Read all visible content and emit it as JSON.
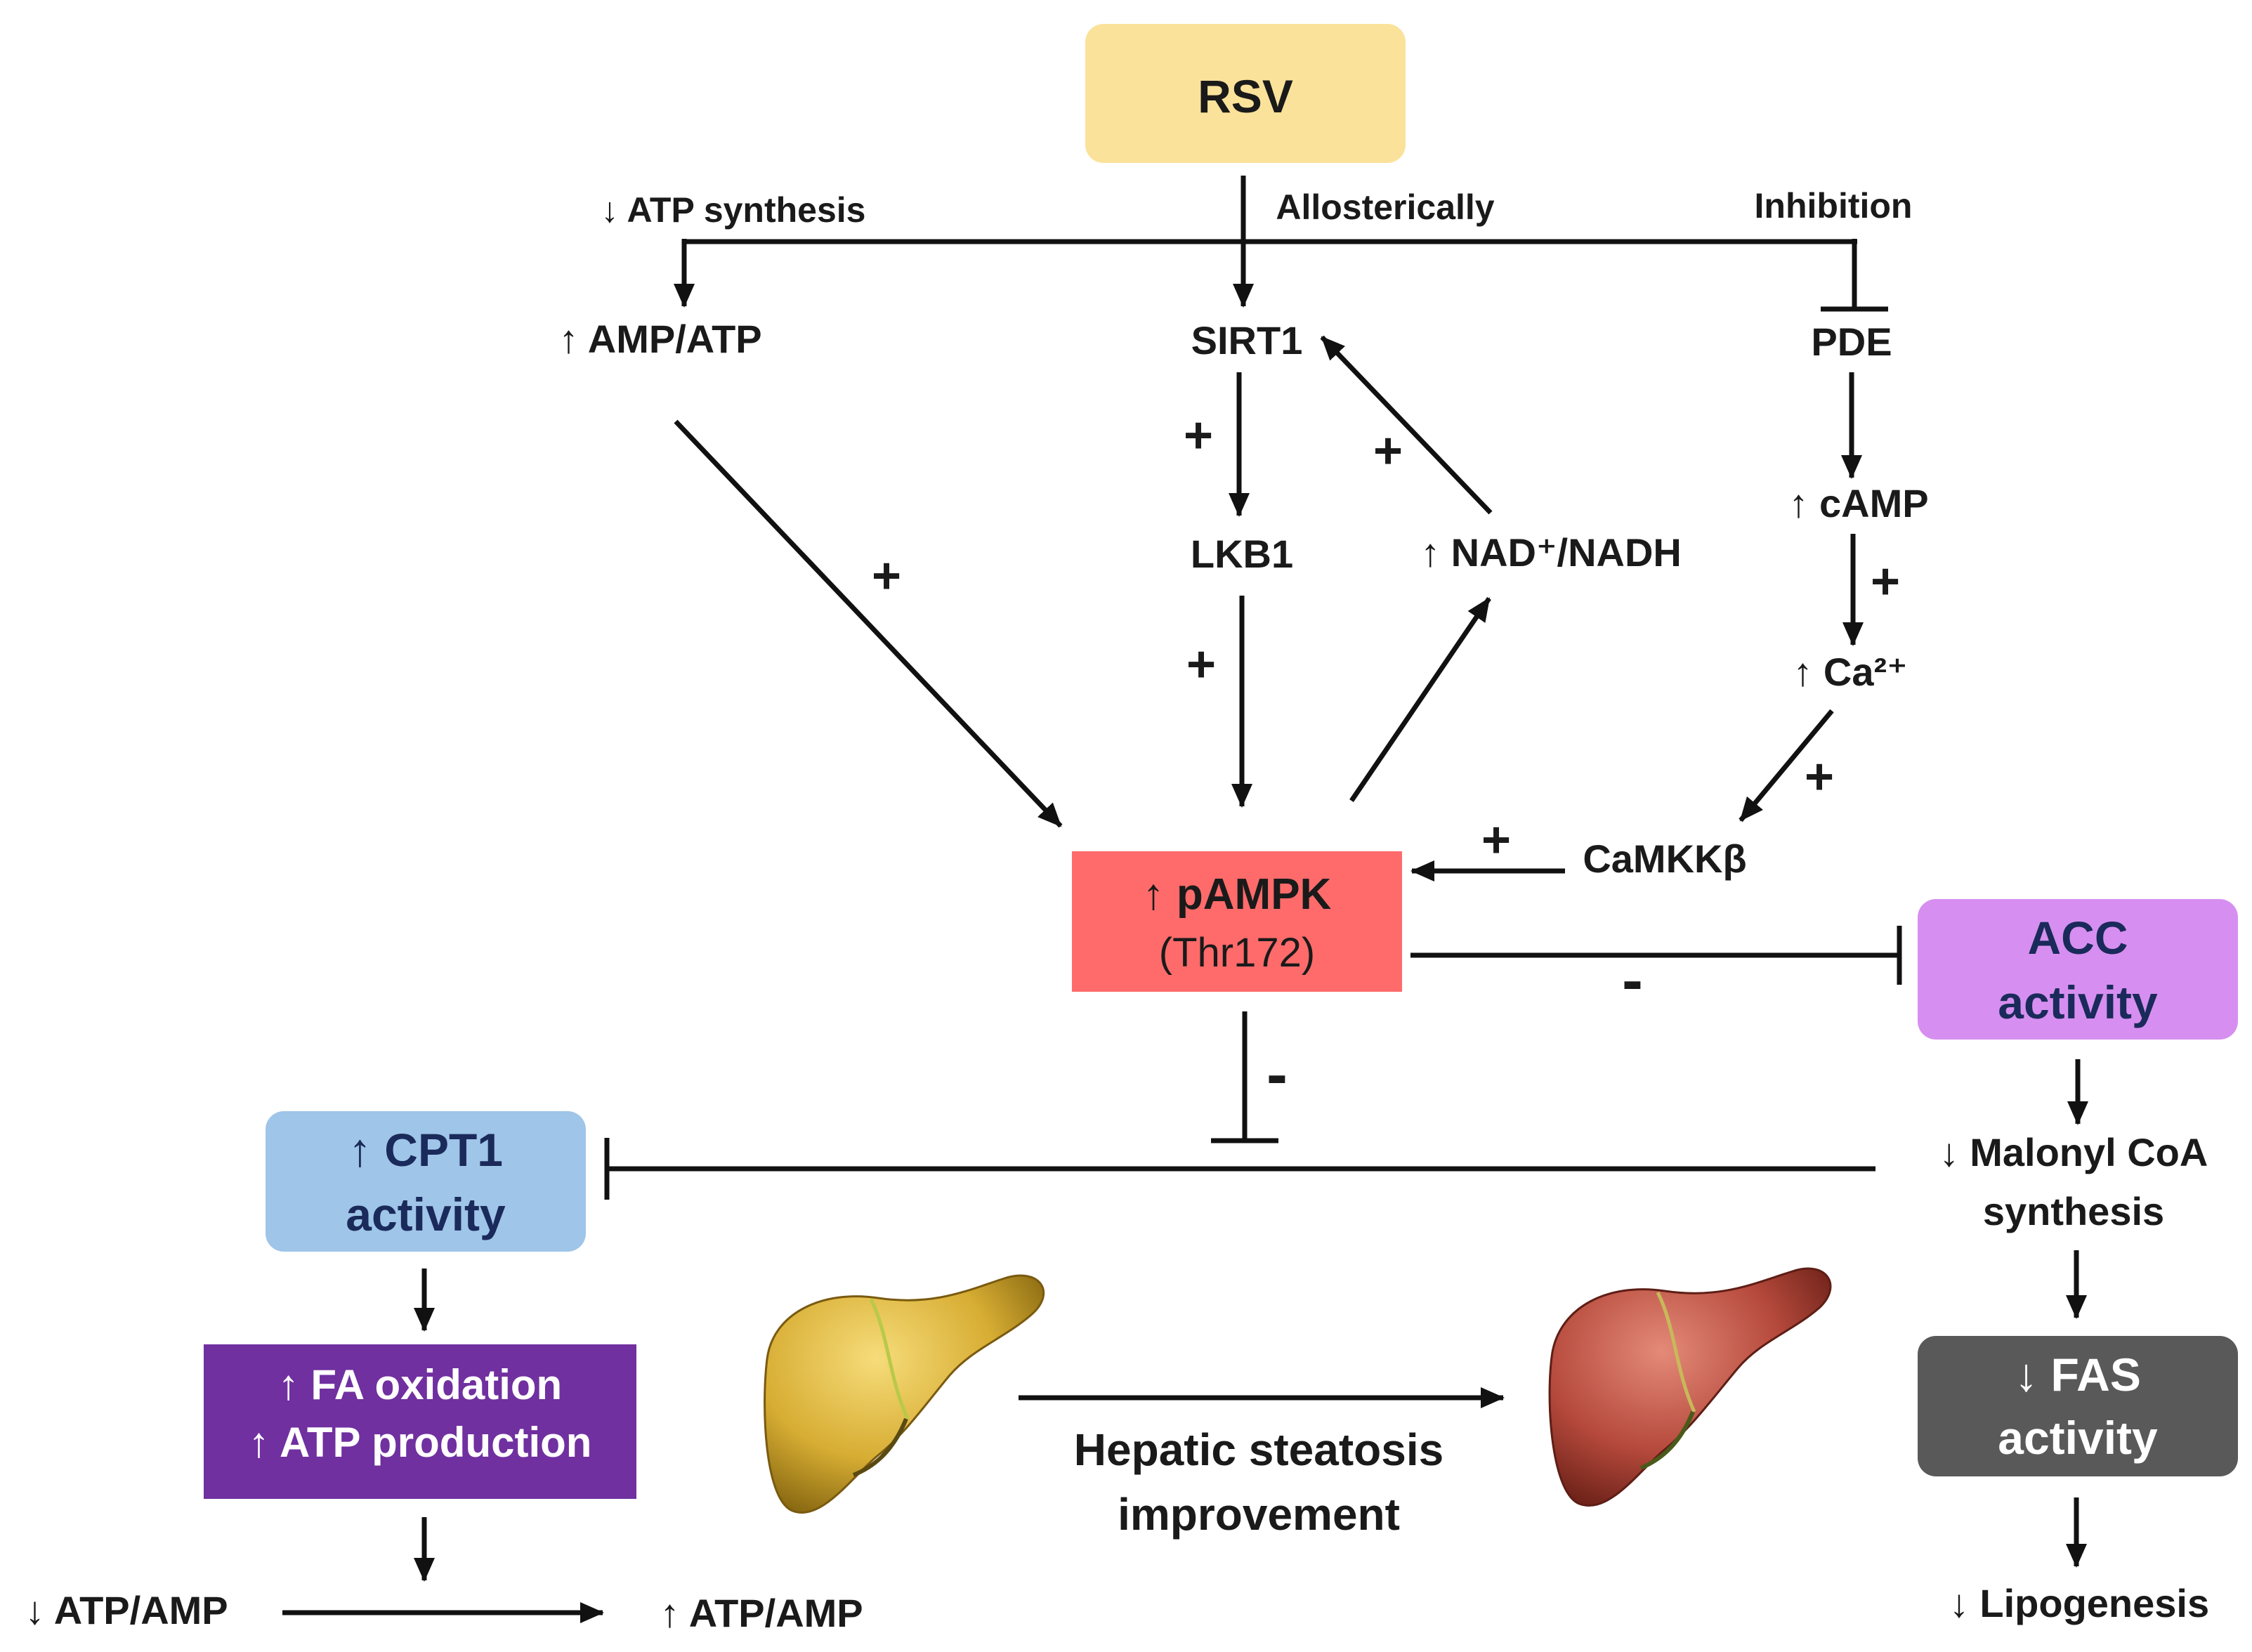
{
  "nodes": {
    "rsv": "RSV",
    "amp_atp": "↑ AMP/ATP",
    "sirt1": "SIRT1",
    "pde": "PDE",
    "lkb1": "LKB1",
    "nad": "↑ NAD⁺/NADH",
    "camp": "↑ cAMP",
    "ca": "↑ Ca²⁺",
    "camkkb": "CaMKKβ",
    "pampk_line1": "↑ pAMPK",
    "pampk_line2": "(Thr172)",
    "acc_line1": "ACC",
    "acc_line2": "activity",
    "cpt1_line1": "↑ CPT1",
    "cpt1_line2": "activity",
    "malonyl_line1": "↓ Malonyl CoA",
    "malonyl_line2": "synthesis",
    "fa_line1": "↑ FA oxidation",
    "fa_line2": "↑ ATP production",
    "fas_line1": "↓ FAS",
    "fas_line2": "activity",
    "atp_amp_down": "↓ ATP/AMP",
    "atp_amp_up": "↑ ATP/AMP",
    "lipogenesis": "↓ Lipogenesis",
    "steatosis_line1": "Hepatic steatosis",
    "steatosis_line2": "improvement"
  },
  "edge_labels": {
    "atp_synthesis": "↓ ATP synthesis",
    "allosterically": "Allosterically",
    "inhibition": "Inhibition",
    "plus": "+",
    "minus": "-"
  },
  "colors": {
    "rsv": "#fbe29a",
    "pampk": "#ff6b6b",
    "acc": "#d68ff0",
    "cpt1": "#9fc5e8",
    "fa_oxidation": "#7030a0",
    "fas": "#595959",
    "fatty_liver": "#d9b23a",
    "healthy_liver": "#b5493c"
  },
  "icons": [
    "fatty-liver-icon",
    "healthy-liver-icon"
  ]
}
